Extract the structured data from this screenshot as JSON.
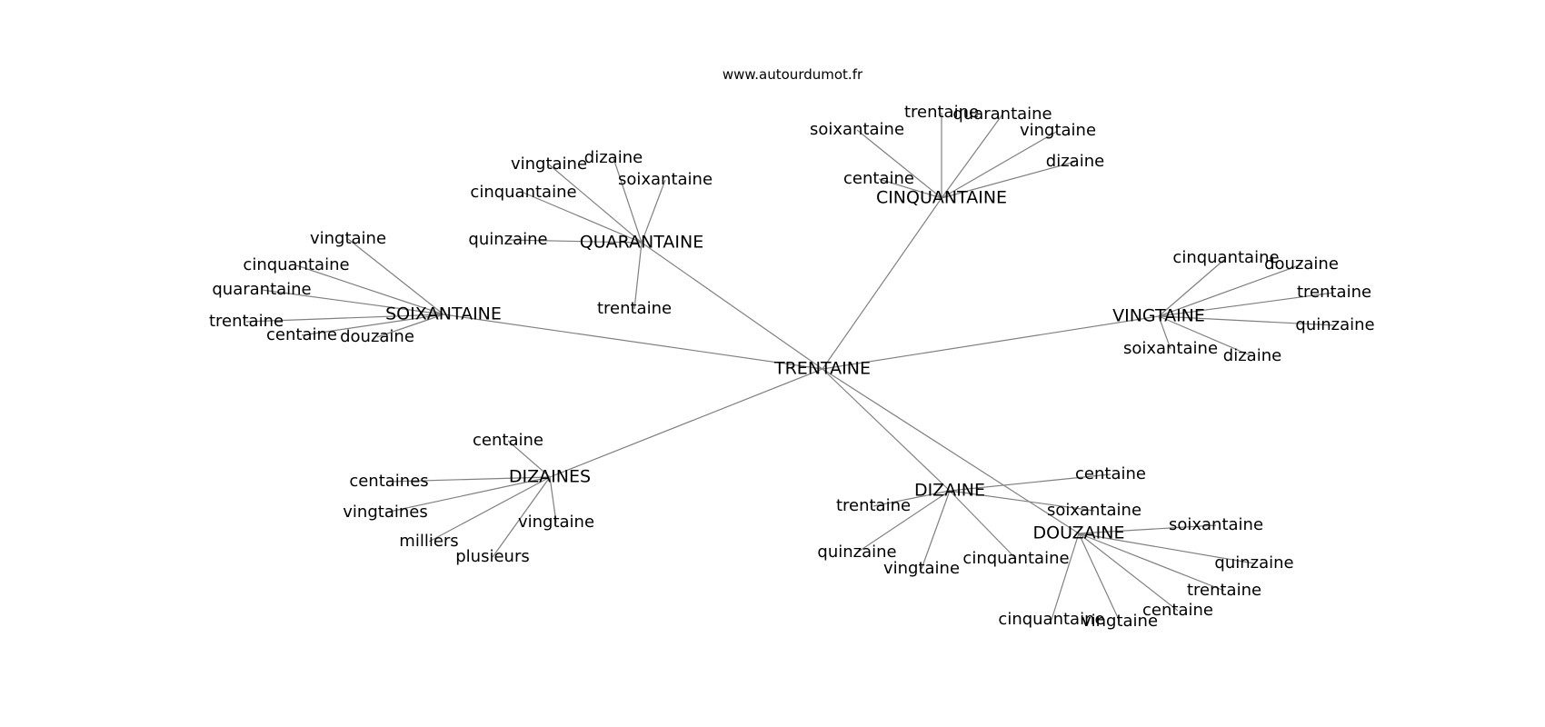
{
  "site": "www.autourdumot.fr",
  "nodes": {
    "trentaine": "TRENTAINE",
    "soixantaine": "SOIXANTAINE",
    "quarantaine": "QUARANTAINE",
    "cinquantaine": "CINQUANTAINE",
    "vingtaine": "VINGTAINE",
    "dizaines": "DIZAINES",
    "dizaine": "DIZAINE",
    "douzaine": "DOUZAINE",
    "soix_1": "vingtaine",
    "soix_2": "cinquantaine",
    "soix_3": "quarantaine",
    "soix_4": "trentaine",
    "soix_5": "centaine",
    "soix_6": "douzaine",
    "quar_1": "vingtaine",
    "quar_2": "dizaine",
    "quar_3": "soixantaine",
    "quar_4": "cinquantaine",
    "quar_5": "quinzaine",
    "quar_6": "trentaine",
    "cinq_1": "soixantaine",
    "cinq_2": "trentaine",
    "cinq_3": "quarantaine",
    "cinq_4": "vingtaine",
    "cinq_5": "dizaine",
    "cinq_6": "centaine",
    "ving_1": "cinquantaine",
    "ving_2": "douzaine",
    "ving_3": "trentaine",
    "ving_4": "quinzaine",
    "ving_5": "soixantaine",
    "ving_6": "dizaine",
    "dzs_1": "centaine",
    "dzs_2": "centaines",
    "dzs_3": "vingtaines",
    "dzs_4": "milliers",
    "dzs_5": "plusieurs",
    "dzs_6": "vingtaine",
    "diz_1": "centaine",
    "diz_2": "trentaine",
    "diz_3": "soixantaine",
    "diz_4": "quinzaine",
    "diz_5": "vingtaine",
    "diz_6": "cinquantaine",
    "dou_1": "soixantaine",
    "dou_2": "quinzaine",
    "dou_3": "trentaine",
    "dou_4": "centaine",
    "dou_5": "vingtaine",
    "dou_6": "cinquantaine"
  },
  "edges": [
    [
      "trentaine",
      "soixantaine"
    ],
    [
      "trentaine",
      "quarantaine"
    ],
    [
      "trentaine",
      "cinquantaine"
    ],
    [
      "trentaine",
      "vingtaine"
    ],
    [
      "trentaine",
      "dizaines"
    ],
    [
      "trentaine",
      "dizaine"
    ],
    [
      "trentaine",
      "douzaine"
    ],
    [
      "soixantaine",
      "soix_1"
    ],
    [
      "soixantaine",
      "soix_2"
    ],
    [
      "soixantaine",
      "soix_3"
    ],
    [
      "soixantaine",
      "soix_4"
    ],
    [
      "soixantaine",
      "soix_5"
    ],
    [
      "soixantaine",
      "soix_6"
    ],
    [
      "quarantaine",
      "quar_1"
    ],
    [
      "quarantaine",
      "quar_2"
    ],
    [
      "quarantaine",
      "quar_3"
    ],
    [
      "quarantaine",
      "quar_4"
    ],
    [
      "quarantaine",
      "quar_5"
    ],
    [
      "quarantaine",
      "quar_6"
    ],
    [
      "cinquantaine",
      "cinq_1"
    ],
    [
      "cinquantaine",
      "cinq_2"
    ],
    [
      "cinquantaine",
      "cinq_3"
    ],
    [
      "cinquantaine",
      "cinq_4"
    ],
    [
      "cinquantaine",
      "cinq_5"
    ],
    [
      "cinquantaine",
      "cinq_6"
    ],
    [
      "vingtaine",
      "ving_1"
    ],
    [
      "vingtaine",
      "ving_2"
    ],
    [
      "vingtaine",
      "ving_3"
    ],
    [
      "vingtaine",
      "ving_4"
    ],
    [
      "vingtaine",
      "ving_5"
    ],
    [
      "vingtaine",
      "ving_6"
    ],
    [
      "dizaines",
      "dzs_1"
    ],
    [
      "dizaines",
      "dzs_2"
    ],
    [
      "dizaines",
      "dzs_3"
    ],
    [
      "dizaines",
      "dzs_4"
    ],
    [
      "dizaines",
      "dzs_5"
    ],
    [
      "dizaines",
      "dzs_6"
    ],
    [
      "dizaine",
      "diz_1"
    ],
    [
      "dizaine",
      "diz_2"
    ],
    [
      "dizaine",
      "diz_3"
    ],
    [
      "dizaine",
      "diz_4"
    ],
    [
      "dizaine",
      "diz_5"
    ],
    [
      "dizaine",
      "diz_6"
    ],
    [
      "douzaine",
      "dou_1"
    ],
    [
      "douzaine",
      "dou_2"
    ],
    [
      "douzaine",
      "dou_3"
    ],
    [
      "douzaine",
      "dou_4"
    ],
    [
      "douzaine",
      "dou_5"
    ],
    [
      "douzaine",
      "dou_6"
    ]
  ]
}
